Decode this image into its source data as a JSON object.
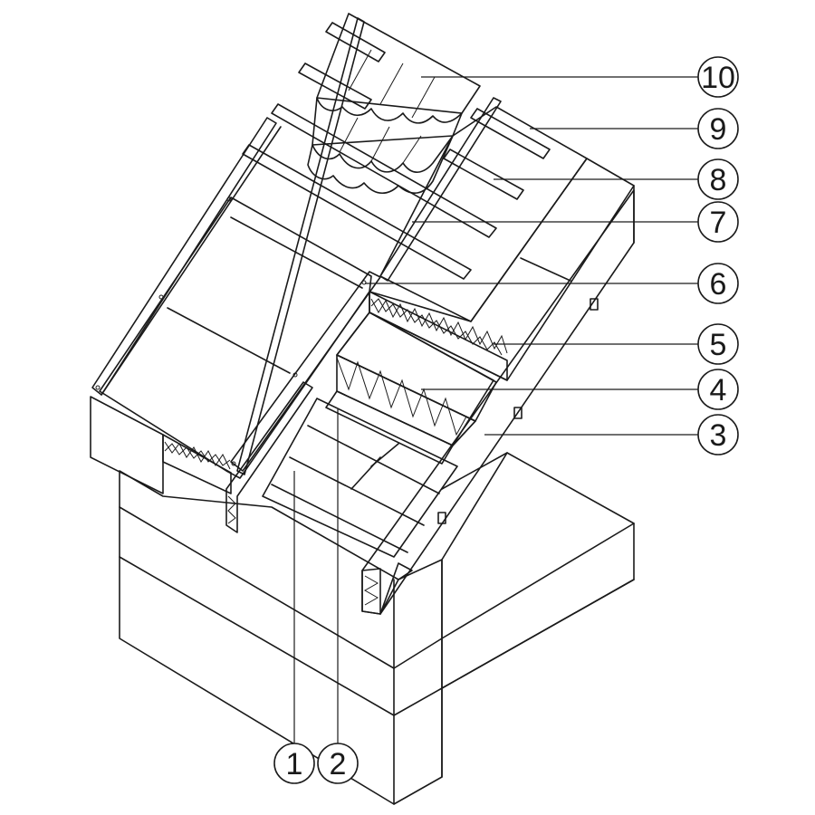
{
  "colors": {
    "insulation_board": "#E2C47E",
    "insulation_light": "#FBEBB8",
    "membrane_grey": "#E1E1E1",
    "wood": "#ffffff",
    "line": "#1a1a1a"
  },
  "callouts": [
    {
      "id": "c1",
      "label": "1"
    },
    {
      "id": "c2",
      "label": "2"
    },
    {
      "id": "c3",
      "label": "3"
    },
    {
      "id": "c4",
      "label": "4"
    },
    {
      "id": "c5",
      "label": "5"
    },
    {
      "id": "c6",
      "label": "6"
    },
    {
      "id": "c7",
      "label": "7"
    },
    {
      "id": "c8",
      "label": "8"
    },
    {
      "id": "c9",
      "label": "9"
    },
    {
      "id": "c10",
      "label": "10"
    }
  ]
}
